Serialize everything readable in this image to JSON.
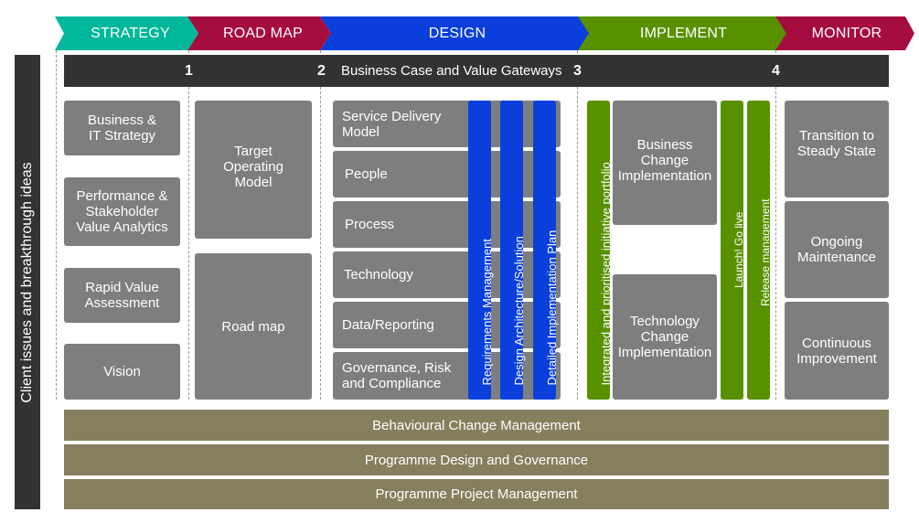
{
  "phases": [
    {
      "label": "STRATEGY",
      "color": "#00b899"
    },
    {
      "label": "ROAD MAP",
      "color": "#a50d3e"
    },
    {
      "label": "DESIGN",
      "color": "#0a3fdc"
    },
    {
      "label": "IMPLEMENT",
      "color": "#579100"
    },
    {
      "label": "MONITOR",
      "color": "#a50d3e"
    }
  ],
  "side_label": "Client issues and breakthrough ideas",
  "gateway_bar": {
    "label": "Business Case and Value Gateways",
    "gates": [
      "1",
      "2",
      "3",
      "4"
    ]
  },
  "strategy": {
    "boxes": [
      "Business & IT Strategy",
      "Performance & Stakeholder Value Analytics",
      "Rapid Value Assessment",
      "Vision"
    ]
  },
  "roadmap": {
    "boxes": [
      "Target Operating Model",
      "Road map"
    ]
  },
  "design": {
    "rows": [
      "Service Delivery Model",
      "People",
      "Process",
      "Technology",
      "Data/Reporting",
      "Governance, Risk and Compliance"
    ],
    "bars": [
      "Requirements Management",
      "Design Architecture/Solution",
      "Detailed Implementation Plan"
    ]
  },
  "implement": {
    "portfolio_bar": "Integrated and prioritised initiative portfolio",
    "boxes": [
      "Business Change Implementation",
      "Technology Change Implementation"
    ],
    "bars": [
      "Launch! Go live",
      "Release management"
    ]
  },
  "monitor": {
    "boxes": [
      "Transition to Steady State",
      "Ongoing Maintenance",
      "Continuous Improvement"
    ]
  },
  "foundation": [
    "Behavioural Change Management",
    "Programme Design and Governance",
    "Programme Project Management"
  ],
  "colors": {
    "box_grey": "#7e7e7e",
    "dark": "#323232",
    "olive": "#867f5d"
  }
}
